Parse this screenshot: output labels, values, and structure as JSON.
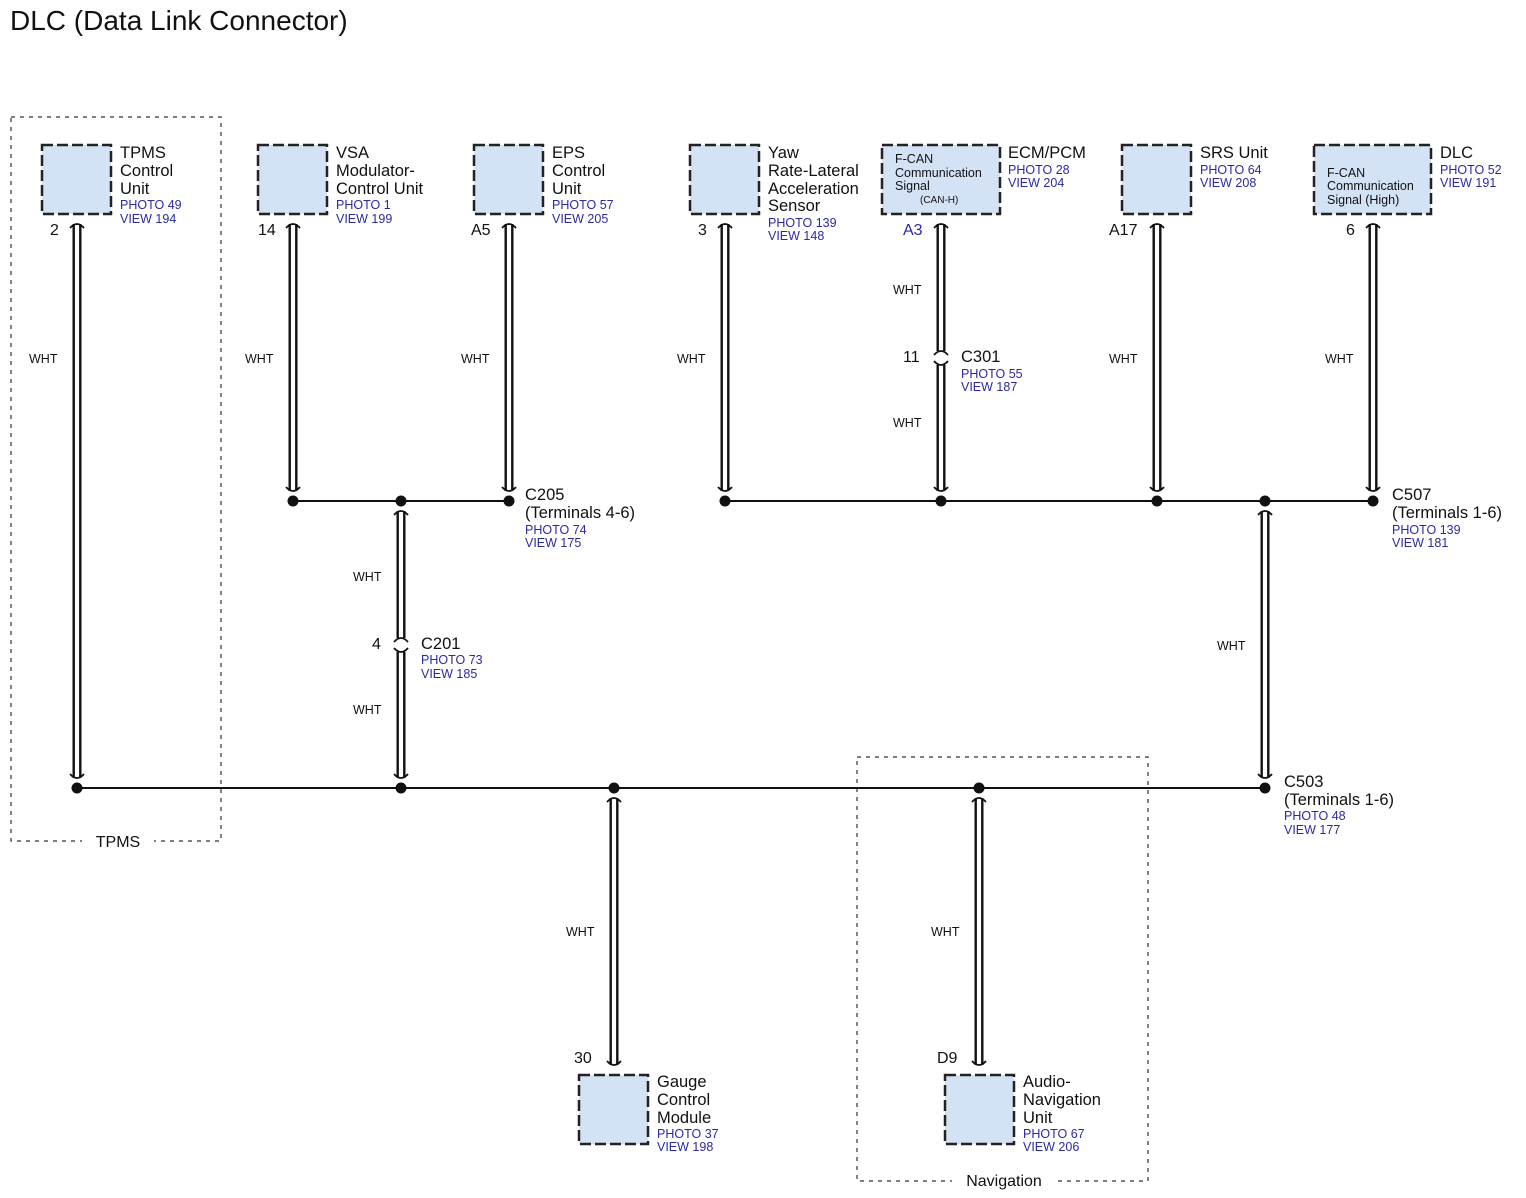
{
  "title": "DLC (Data Link Connector)",
  "wire_color": "WHT",
  "zones": {
    "tpms": "TPMS",
    "navigation": "Navigation"
  },
  "components": {
    "tpms": {
      "lines": [
        "TPMS",
        "Control",
        "Unit"
      ],
      "photo": "PHOTO 49",
      "view": "VIEW 194",
      "pin": "2"
    },
    "vsa": {
      "lines": [
        "VSA",
        "Modulator-",
        "Control Unit"
      ],
      "photo": "PHOTO 1",
      "view": "VIEW 199",
      "pin": "14"
    },
    "eps": {
      "lines": [
        "EPS",
        "Control",
        "Unit"
      ],
      "photo": "PHOTO 57",
      "view": "VIEW 205",
      "pin": "A5"
    },
    "yaw": {
      "lines": [
        "Yaw",
        "Rate-Lateral",
        "Acceleration",
        "Sensor"
      ],
      "photo": "PHOTO 139",
      "view": "VIEW 148",
      "pin": "3"
    },
    "ecm": {
      "lines": [
        "ECM/PCM"
      ],
      "photo": "PHOTO 28",
      "view": "VIEW 204",
      "pin": "A3",
      "inner": [
        "F-CAN",
        "Communication",
        "Signal"
      ],
      "inner_small": "(CAN-H)"
    },
    "srs": {
      "lines": [
        "SRS Unit"
      ],
      "photo": "PHOTO 64",
      "view": "VIEW 208",
      "pin": "A17"
    },
    "dlc": {
      "lines": [
        "DLC"
      ],
      "photo": "PHOTO 52",
      "view": "VIEW 191",
      "pin": "6",
      "inner": [
        "F-CAN",
        "Communication",
        "Signal (High)"
      ]
    },
    "gauge": {
      "lines": [
        "Gauge",
        "Control",
        "Module"
      ],
      "photo": "PHOTO 37",
      "view": "VIEW 198",
      "pin": "30"
    },
    "audio": {
      "lines": [
        "Audio-",
        "Navigation",
        "Unit"
      ],
      "photo": "PHOTO 67",
      "view": "VIEW 206",
      "pin": "D9"
    }
  },
  "connectors": {
    "c205": {
      "name": "C205",
      "terminals": "(Terminals 4-6)",
      "photo": "PHOTO 74",
      "view": "VIEW 175"
    },
    "c507": {
      "name": "C507",
      "terminals": "(Terminals 1-6)",
      "photo": "PHOTO 139",
      "view": "VIEW 181"
    },
    "c301": {
      "name": "C301",
      "photo": "PHOTO 55",
      "view": "VIEW 187",
      "pin": "11"
    },
    "c201": {
      "name": "C201",
      "photo": "PHOTO 73",
      "view": "VIEW 185",
      "pin": "4"
    },
    "c503": {
      "name": "C503",
      "terminals": "(Terminals 1-6)",
      "photo": "PHOTO 48",
      "view": "VIEW 177"
    }
  }
}
